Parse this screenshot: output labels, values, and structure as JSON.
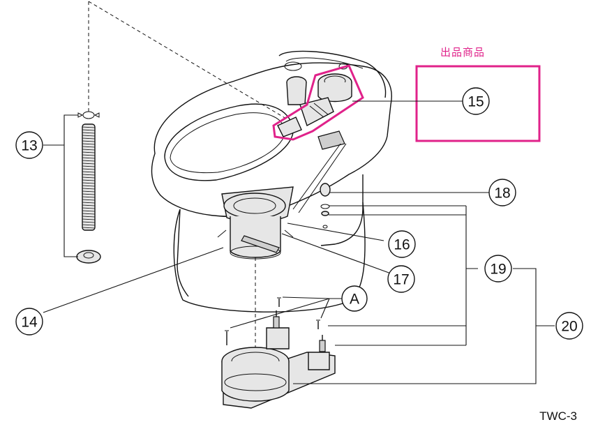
{
  "highlight": {
    "label": "出品商品",
    "color": "#e0228a"
  },
  "callouts": {
    "c13": "13",
    "c14": "14",
    "c15": "15",
    "c16": "16",
    "c17": "17",
    "c18": "18",
    "c19": "19",
    "c20": "20",
    "cA": "A"
  },
  "drawing_code": "TWC-3"
}
